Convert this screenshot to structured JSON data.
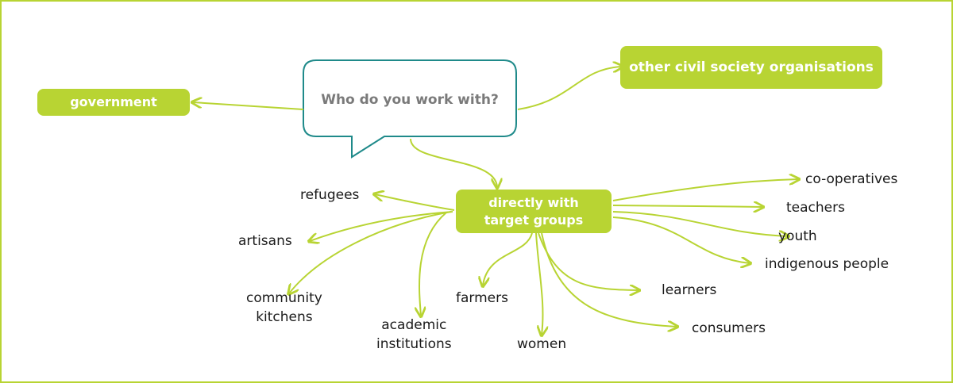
{
  "colors": {
    "accent": "#b8d433",
    "bubble_border": "#1f8a8a",
    "question_text": "#7a7a7a",
    "label_text": "#1a1a1a"
  },
  "question": "Who do you work with?",
  "categories": {
    "government": "government",
    "csos": "other civil society organisations",
    "direct_line1": "directly with",
    "direct_line2": "target groups"
  },
  "groups": {
    "refugees": "refugees",
    "artisans": "artisans",
    "community_kitchens_line1": "community",
    "community_kitchens_line2": "kitchens",
    "academic_line1": "academic",
    "academic_line2": "institutions",
    "farmers": "farmers",
    "women": "women",
    "learners": "learners",
    "consumers": "consumers",
    "cooperatives": "co-operatives",
    "teachers": "teachers",
    "youth": "youth",
    "indigenous": "indigenous people"
  }
}
